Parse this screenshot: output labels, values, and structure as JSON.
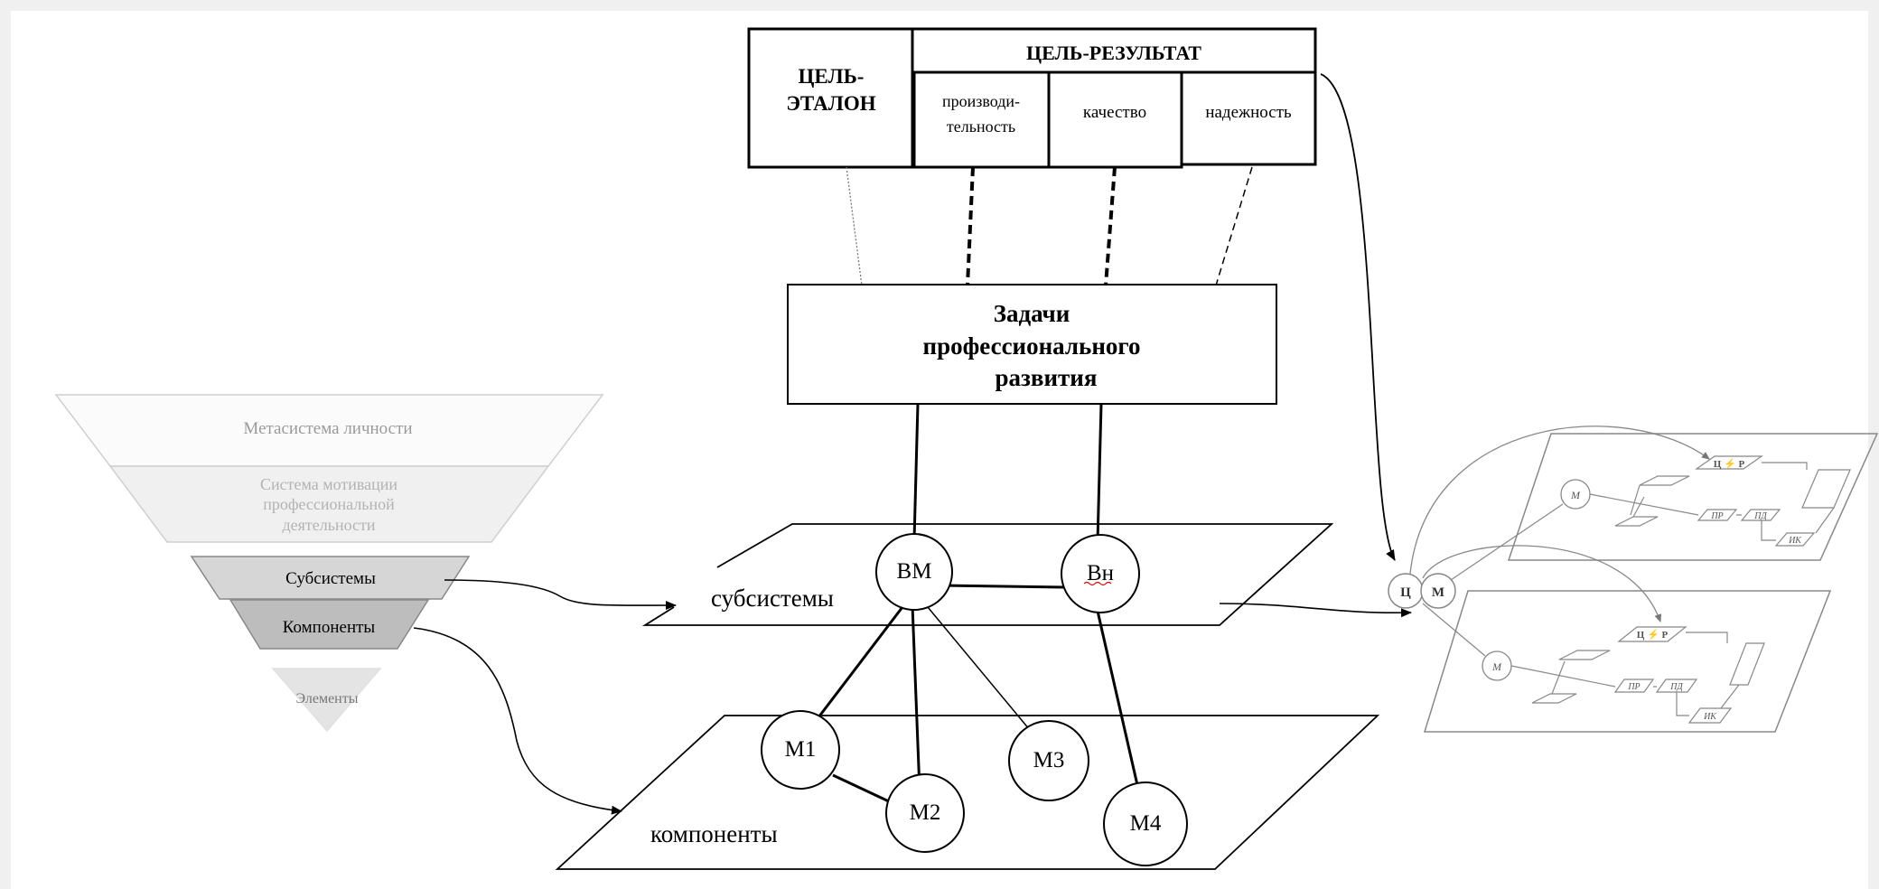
{
  "goals": {
    "reference_line1": "ЦЕЛЬ-",
    "reference_line2": "ЭТАЛОН",
    "result_title": "ЦЕЛЬ-РЕЗУЛЬТАТ",
    "productivity_line1": "производи-",
    "productivity_line2": "тельность",
    "quality": "качество",
    "reliability": "надежность"
  },
  "tasks": {
    "line1": "Задачи",
    "line2": "профессионального",
    "line3": "развития"
  },
  "pyramid": {
    "level1": "Метасистема личности",
    "level2_line1": "Система мотивации",
    "level2_line2": "профессиональной",
    "level2_line3": "деятельности",
    "level3": "Субсистемы",
    "level4": "Компоненты",
    "level5": "Элементы"
  },
  "planes": {
    "subsystems": "субсистемы",
    "components": "компоненты"
  },
  "nodes": {
    "vm": "ВМ",
    "vn": "Вн",
    "m1": "М1",
    "m2": "М2",
    "m3": "М3",
    "m4": "М4"
  },
  "mini": {
    "ts": "Ц",
    "m": "М",
    "tsr": "Ц ⚡ Р",
    "pr": "ПР",
    "pd": "ПД",
    "ik": "ИК"
  }
}
